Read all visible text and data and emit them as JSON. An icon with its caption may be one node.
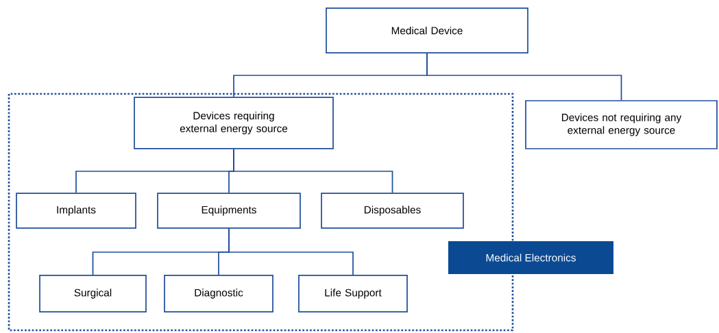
{
  "diagram": {
    "nodes": [
      {
        "text": [
          "Medical Device"
        ]
      },
      {
        "text": [
          "Medical Electronics"
        ]
      },
      {
        "text": [
          "Devices requiring external energy source"
        ],
        "in": 1
      },
      {
        "text": [
          "Devices not requiring any external energy source"
        ]
      },
      {
        "text": [
          "Implants"
        ],
        "in": 1
      },
      {
        "text": [
          "Equipments"
        ],
        "in": 1
      },
      {
        "text": [
          "Disposables"
        ],
        "in": 1
      },
      {
        "text": [
          "Surgical"
        ],
        "in": 1
      },
      {
        "text": [
          "Diagnostic"
        ],
        "in": 1
      },
      {
        "text": [
          "Life Support"
        ],
        "in": 1
      }
    ],
    "edges": [
      {
        "from": 0,
        "to": 2,
        "arrow": "none"
      },
      {
        "from": 0,
        "to": 3,
        "arrow": "none"
      },
      {
        "from": 2,
        "to": 4,
        "arrow": "none"
      },
      {
        "from": 2,
        "to": 5,
        "arrow": "none"
      },
      {
        "from": 2,
        "to": 6,
        "arrow": "none"
      },
      {
        "from": 5,
        "to": 7,
        "arrow": "none"
      },
      {
        "from": 5,
        "to": 8,
        "arrow": "none"
      },
      {
        "from": 5,
        "to": 9,
        "arrow": "none"
      }
    ]
  }
}
